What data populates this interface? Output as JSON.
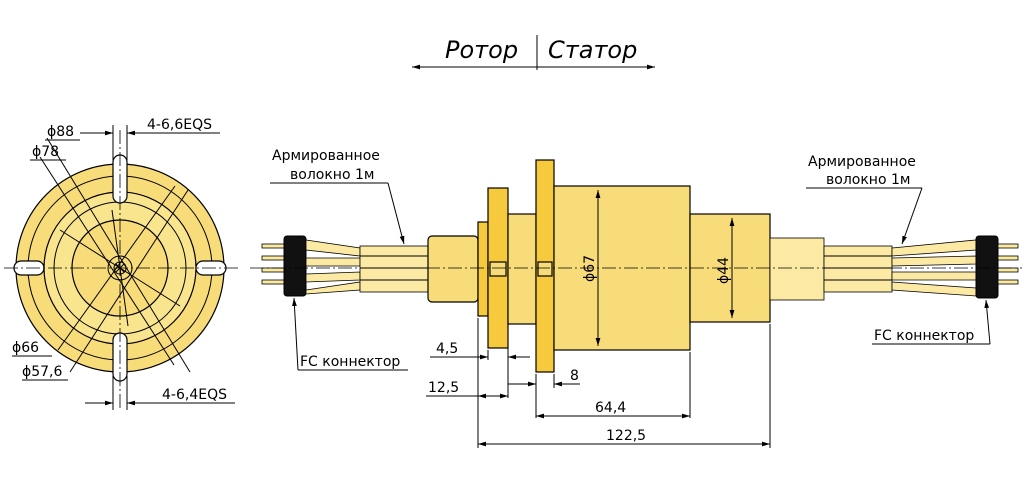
{
  "header": {
    "left": "Ротор",
    "right": "Статор"
  },
  "front_view": {
    "d88": "ϕ88",
    "d78": "ϕ78",
    "d66": "ϕ66",
    "d57_6": "ϕ57,6",
    "slots_top": "4-6,6EQS",
    "slots_bottom": "4-6,4EQS"
  },
  "side_view": {
    "fiber_left": [
      "Армированное",
      "волокно 1м"
    ],
    "fiber_right": [
      "Армированное",
      "волокно 1м"
    ],
    "connector_left": "FC коннектор",
    "connector_right": "FC коннектор",
    "d67": "ϕ67",
    "d44": "ϕ44",
    "dim_4_5": "4,5",
    "dim_8": "8",
    "dim_12_5": "12,5",
    "dim_64_4": "64,4",
    "dim_122_5": "122,5"
  },
  "colors": {
    "body": "#f8dc7a",
    "flange": "#f7c93c",
    "connector": "#111111"
  }
}
